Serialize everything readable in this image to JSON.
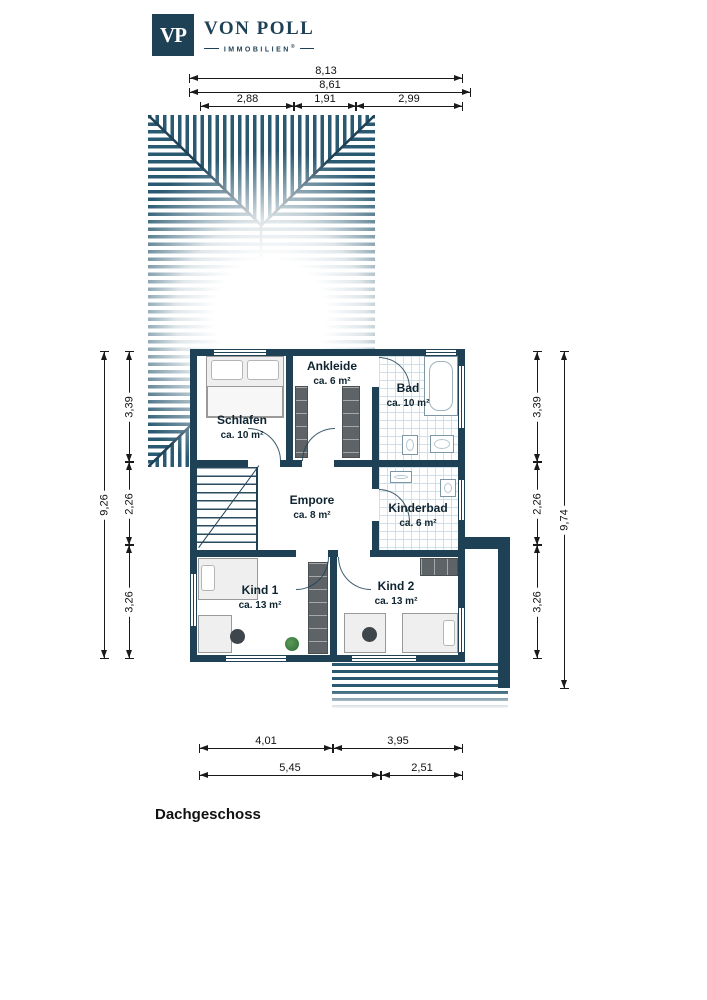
{
  "brand": {
    "monogram": "VP",
    "name": "VON POLL",
    "subtitle": "IMMOBILIEN",
    "registered": "®"
  },
  "floor": {
    "title": "Dachgeschoss"
  },
  "rooms": [
    {
      "name": "Schlafen",
      "area": "ca. 10 m²"
    },
    {
      "name": "Ankleide",
      "area": "ca. 6 m²"
    },
    {
      "name": "Bad",
      "area": "ca. 10 m²"
    },
    {
      "name": "Empore",
      "area": "ca. 8 m²"
    },
    {
      "name": "Kinderbad",
      "area": "ca. 6 m²"
    },
    {
      "name": "Kind 1",
      "area": "ca. 13 m²"
    },
    {
      "name": "Kind 2",
      "area": "ca. 13 m²"
    }
  ],
  "dims": {
    "top_total_outer": "8,13",
    "top_total_inner": "8,61",
    "top_segs": [
      "2,88",
      "1,91",
      "2,99"
    ],
    "left_total": "9,26",
    "left_segs": [
      "3,39",
      "2,26",
      "3,26"
    ],
    "right_total": "9,74",
    "right_segs": [
      "3,39",
      "2,26",
      "3,26"
    ],
    "bottom_row1": [
      "4,01",
      "3,95"
    ],
    "bottom_row2": [
      "5,45",
      "2,51"
    ]
  },
  "colors": {
    "wall": "#1e4156",
    "roof_stripe": "#2a5a72",
    "tile_line": "#cfe0e8"
  }
}
